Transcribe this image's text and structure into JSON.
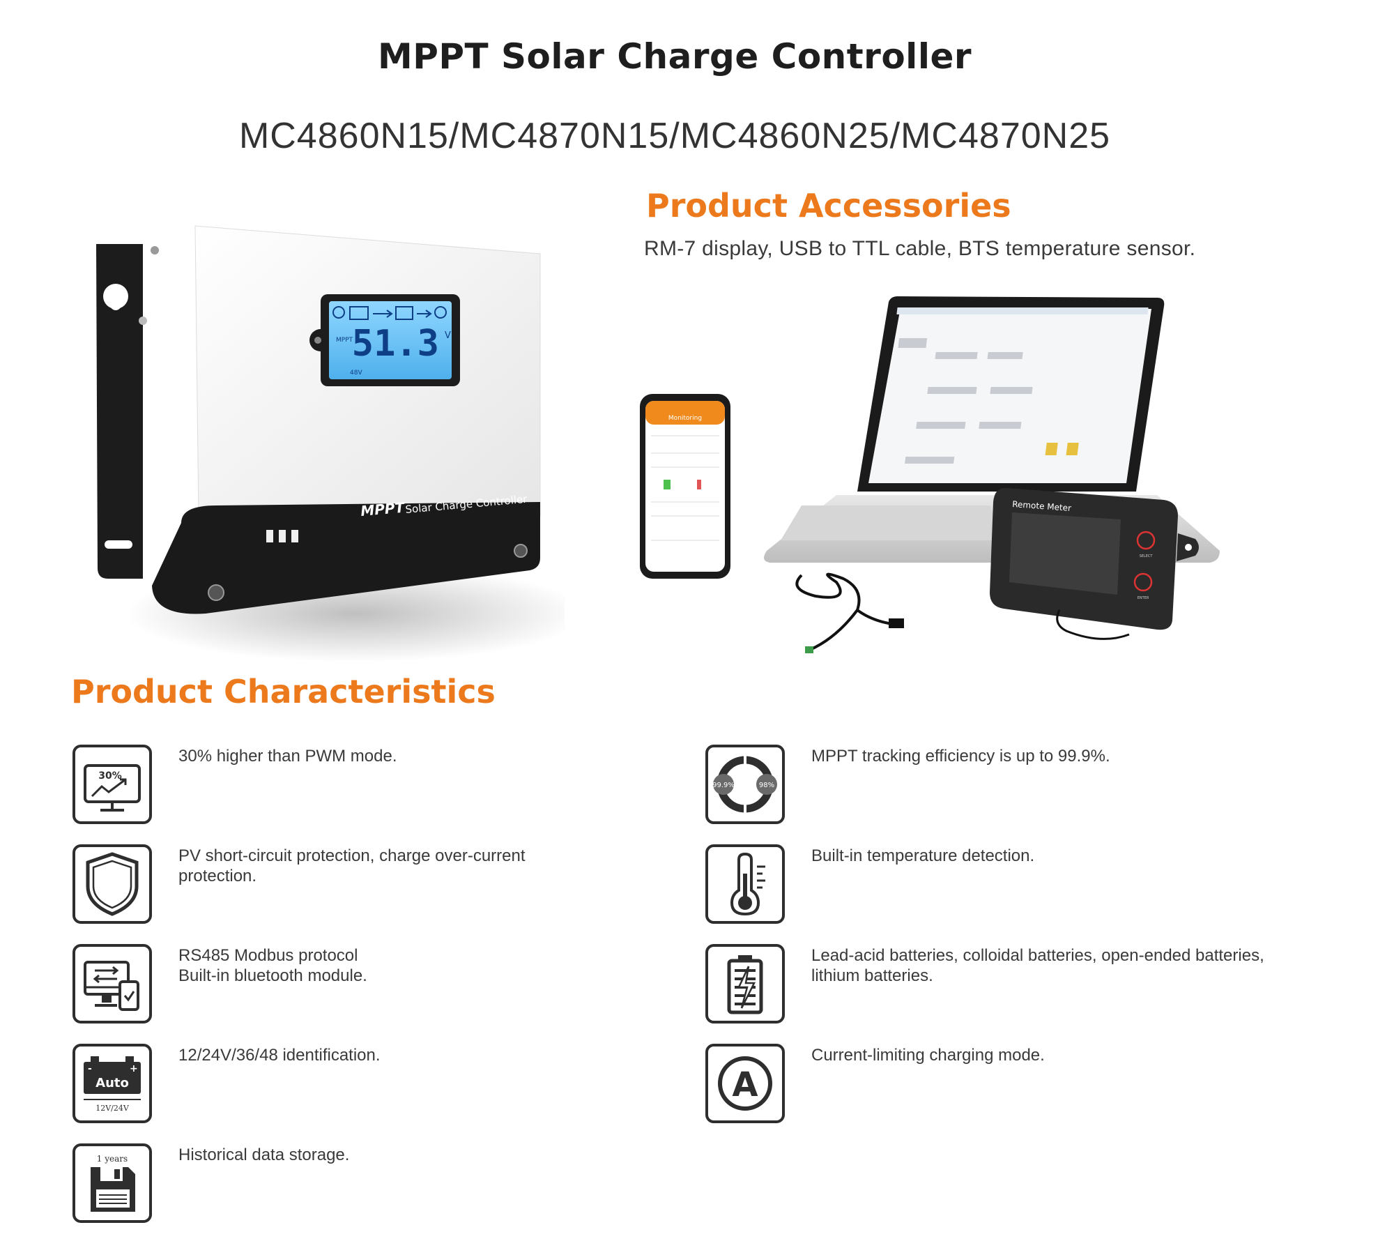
{
  "header": {
    "title": "MPPT Solar Charge Controller",
    "models": "MC4860N15/MC4870N15/MC4860N25/MC4870N25"
  },
  "accessories": {
    "heading": "Product Accessories",
    "text": "RM-7 display, USB to TTL cable, BTS temperature sensor."
  },
  "product_image": {
    "lcd_reading": "51.3",
    "lcd_unit": "V",
    "lcd_mppt": "MPPT",
    "lcd_voltage": "48V",
    "brand": "MPPT",
    "label": "Solar Charge Controller"
  },
  "accessory_image": {
    "phone_header": "Monitoring",
    "remote_meter_label": "Remote Meter",
    "remote_button_1": "SELECT",
    "remote_button_2": "ENTER"
  },
  "characteristics": {
    "heading": "Product Characteristics",
    "items": [
      {
        "icon": "efficiency-monitor-icon",
        "icon_text": "30%",
        "text": "30% higher than  PWM mode."
      },
      {
        "icon": "tracking-cycle-icon",
        "icon_text_a": "99.9%",
        "icon_text_b": "98%",
        "text": "MPPT tracking efficiency is up to 99.9%."
      },
      {
        "icon": "shield-icon",
        "text": "PV short-circuit protection, charge over-current\nprotection."
      },
      {
        "icon": "thermometer-icon",
        "text": "Built-in temperature detection."
      },
      {
        "icon": "computer-phone-icon",
        "text": "RS485 Modbus protocol\nBuilt-in bluetooth module."
      },
      {
        "icon": "battery-icon",
        "text": "Lead-acid batteries, colloidal batteries, open-ended batteries,\nlithium batteries."
      },
      {
        "icon": "auto-battery-icon",
        "icon_text": "Auto",
        "icon_subtext": "12V/24V",
        "text": "12/24V/36/48 identification."
      },
      {
        "icon": "ampere-icon",
        "icon_text": "A",
        "text": "Current-limiting charging mode."
      },
      {
        "icon": "floppy-disk-icon",
        "icon_text": "1 years",
        "text": "Historical data storage."
      }
    ]
  },
  "colors": {
    "accent": "#ec7a1c",
    "heading": "#1e1e1e",
    "lcd": "#6ec3f5",
    "icon_stroke": "#2e2e2e"
  }
}
